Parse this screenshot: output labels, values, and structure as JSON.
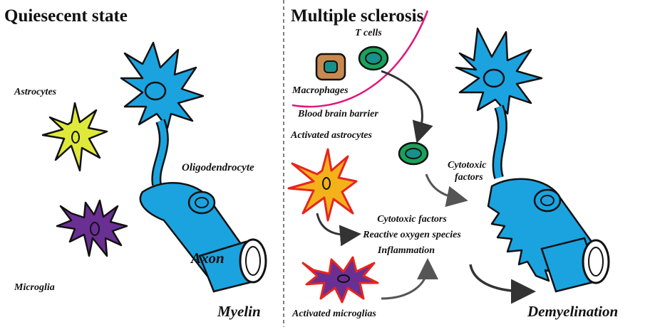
{
  "panels": {
    "left_title": "Quiesecent state",
    "right_title": "Multiple sclerosis"
  },
  "labels": {
    "astrocytes": "Astrocytes",
    "microglia": "Microglia",
    "oligodendrocyte": "Oligodendrocyte",
    "axon": "Axon",
    "myelin": "Myelin",
    "t_cells": "T cells",
    "macrophages": "Macrophages",
    "blood_brain_barrier": "Blood brain barrier",
    "activated_astrocytes": "Activated astrocytes",
    "cytotoxic_factors_short_1": "Cytotoxic",
    "cytotoxic_factors_short_2": "factors",
    "cytotoxic_factors": "Cytotoxic factors",
    "reactive_oxygen_species": "Reactive oxygen species",
    "inflammation": "Inflammation",
    "activated_microglias": "Activated microglias",
    "demyelination": "Demyelination"
  },
  "colors": {
    "myelin_blue": "#1ba3e0",
    "outline": "#111111",
    "astrocyte_yellow": "#dfe93a",
    "microglia_purple": "#6a2f93",
    "t_cell_green": "#1aa15a",
    "t_cell_nucleus": "#17918a",
    "macrophage_tan": "#c8894f",
    "bbb_magenta": "#e0167a",
    "activated_red": "#e6261f",
    "activated_orange": "#f4b21a",
    "arrow_gray": "#4a4a4a"
  }
}
